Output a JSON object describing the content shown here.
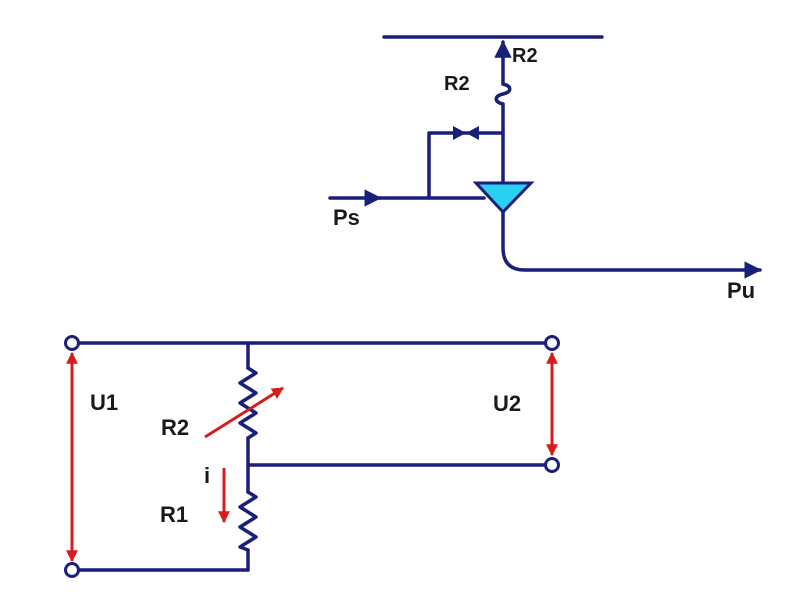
{
  "colors": {
    "wire": "#1a1f7a",
    "annotation": "#d81c1c",
    "amplifier_fill": "#2ad0f0",
    "terminal_fill": "#ffffff"
  },
  "pneumatic": {
    "feedback_label_top": "R2",
    "feedback_label_side": "R2",
    "supply_label": "Ps",
    "output_label": "Pu"
  },
  "electrical": {
    "input_voltage_label": "U1",
    "output_voltage_label": "U2",
    "variable_resistor_label": "R2",
    "fixed_resistor_label": "R1",
    "current_label": "i"
  }
}
